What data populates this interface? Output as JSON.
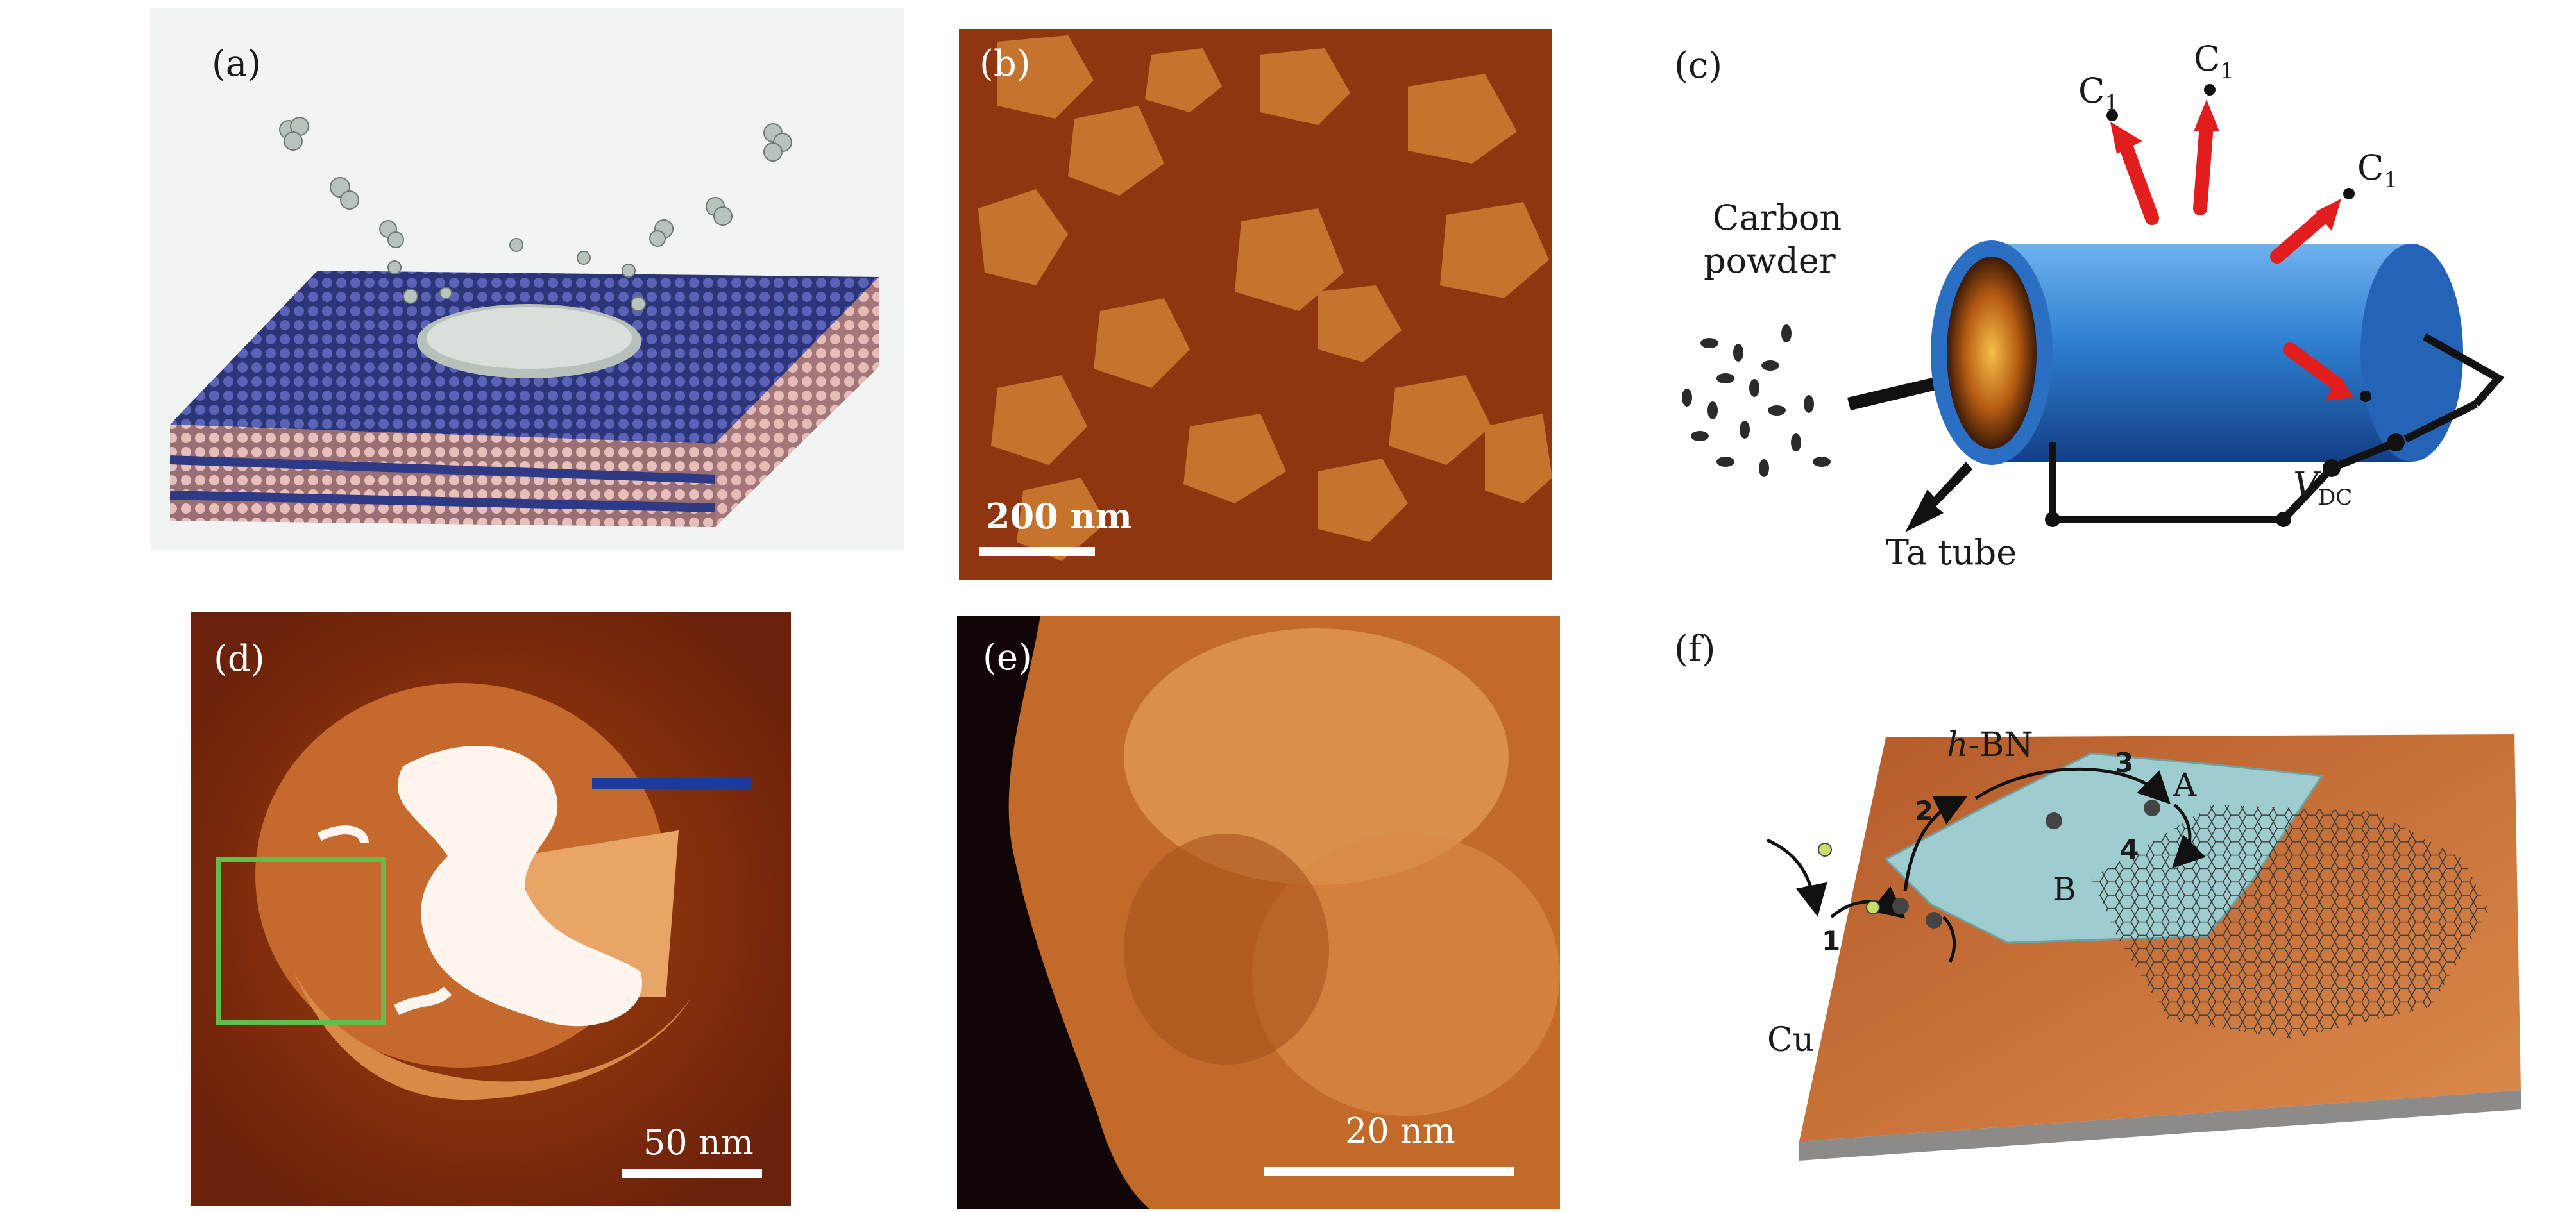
{
  "figure": {
    "panels": {
      "a": {
        "label": "(a)"
      },
      "b": {
        "label": "(b)",
        "scale_label": "200 nm"
      },
      "c": {
        "label": "(c)",
        "carbon_label_line1": "Carbon",
        "carbon_label_line2": "powder",
        "c1_label": "C",
        "c1_sub": "1",
        "ta_tube_label": "Ta tube",
        "vdc_main": "V",
        "vdc_sub": "DC"
      },
      "d": {
        "label": "(d)",
        "scale_label": "50 nm"
      },
      "e": {
        "label": "(e)",
        "scale_label": "20 nm"
      },
      "f": {
        "label": "(f)",
        "hbn_prefix": "h",
        "hbn_suffix": "-BN",
        "step1": "1",
        "step2": "2",
        "step3": "3",
        "step4": "4",
        "label_a": "A",
        "label_b": "B",
        "cu_label": "Cu"
      }
    },
    "colors": {
      "substrate_blue": "#2e3a86",
      "substrate_pink": "#d9a7a3",
      "stm_dark": "#7a2a0c",
      "stm_light": "#d98a3a",
      "tube_blue": "#2f7fd1",
      "arrow_red": "#e11d1d",
      "box_green": "#5fbf4a",
      "marker_blue": "#1f3a9a",
      "cu_orange": "#c56a32",
      "hbn_cyan": "#9ecdd0"
    }
  }
}
